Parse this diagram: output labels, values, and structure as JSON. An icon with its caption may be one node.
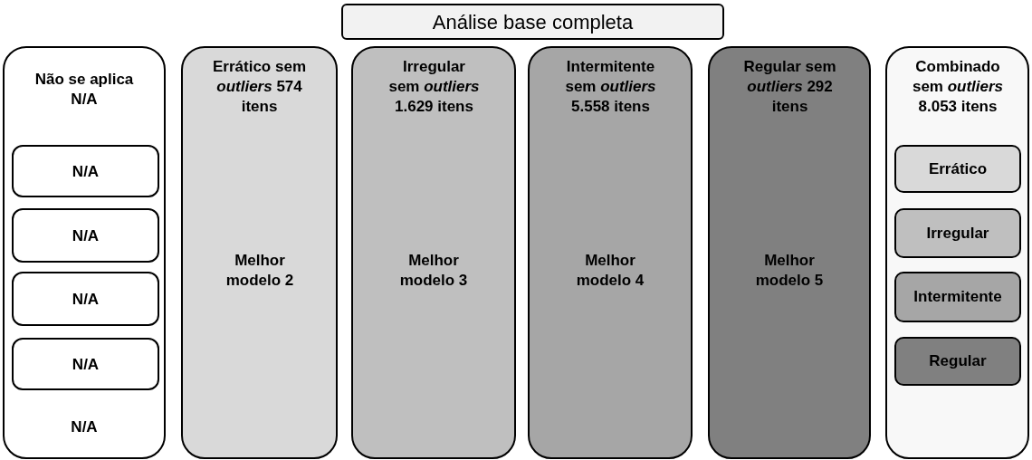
{
  "diagram": {
    "nodes": [
      {
        "text": [
          "Análise base completa"
        ]
      },
      {
        "text": [
          "Não se aplica N/A",
          "N/A"
        ]
      },
      {
        "text": [
          "N/A"
        ],
        "in": 1
      },
      {
        "text": [
          "N/A"
        ],
        "in": 1
      },
      {
        "text": [
          "N/A"
        ],
        "in": 1
      },
      {
        "text": [
          "N/A"
        ],
        "in": 1
      },
      {
        "text": [
          "Errático sem *outliers* 574 itens",
          "Melhor modelo 2"
        ]
      },
      {
        "text": [
          "Irregular sem *outliers* 1.629 itens",
          "Melhor modelo 3"
        ]
      },
      {
        "text": [
          "Intermitente sem *outliers* 5.558 itens",
          "Melhor modelo 4"
        ]
      },
      {
        "text": [
          "Regular sem *outliers* 292 itens",
          "Melhor modelo 5"
        ]
      },
      {
        "text": [
          "Combinado sem *outliers* 8.053 itens"
        ]
      },
      {
        "text": [
          "Errático"
        ],
        "in": 10
      },
      {
        "text": [
          "Irregular"
        ],
        "in": 10
      },
      {
        "text": [
          "Intermitente"
        ],
        "in": 10
      },
      {
        "text": [
          "Regular"
        ],
        "in": 10
      }
    ],
    "edges": []
  }
}
